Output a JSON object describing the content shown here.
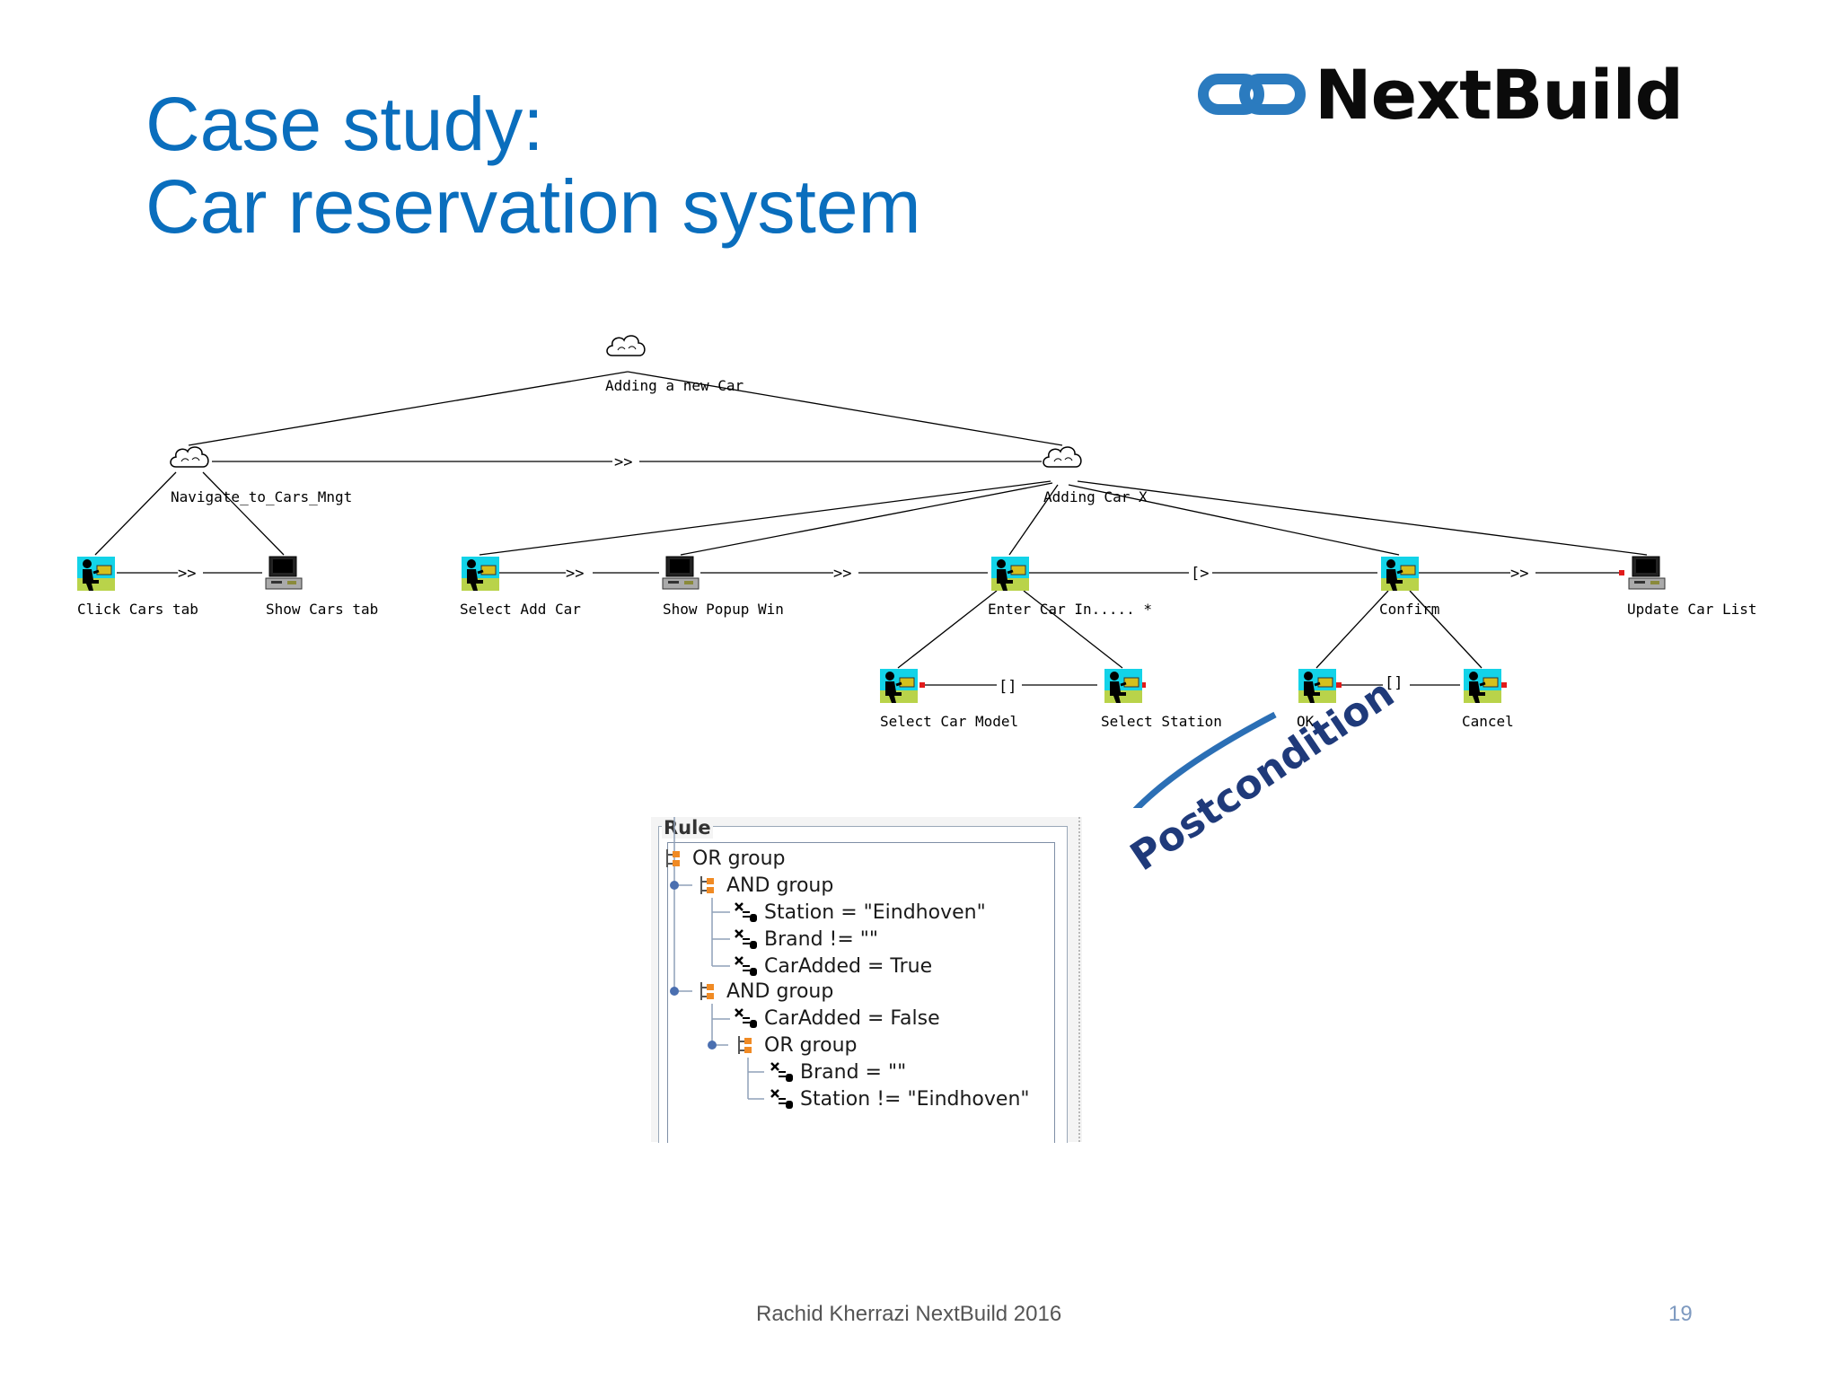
{
  "slide": {
    "title_line1": "Case study:",
    "title_line2": "Car reservation system",
    "logo_text": "NextBuild",
    "footer": "Rachid Kherrazi NextBuild 2016",
    "page_number": "19",
    "annotation": "Postcondition"
  },
  "colors": {
    "title": "#0a6ebd",
    "logo_link": "#2b7bbf",
    "arrow": "#2b6fb5",
    "annotation": "#1f3a7a"
  },
  "task_tree": {
    "root": {
      "label": "Adding a new Car",
      "icon": "cloud-icon"
    },
    "level1": [
      {
        "label": "Navigate_to_Cars_Mngt",
        "icon": "cloud-icon"
      },
      {
        "label": "Adding Car X",
        "icon": "cloud-icon"
      }
    ],
    "level1_operator": ">>",
    "level2": [
      {
        "label": "Click Cars tab",
        "icon": "user-task-icon"
      },
      {
        "label": "Show Cars tab",
        "icon": "computer-icon"
      },
      {
        "label": "Select Add Car",
        "icon": "user-task-icon"
      },
      {
        "label": "Show Popup Win",
        "icon": "computer-icon"
      },
      {
        "label": "Enter Car In..... *",
        "icon": "user-task-icon"
      },
      {
        "label": "Confirm",
        "icon": "user-task-icon"
      },
      {
        "label": "Update Car List",
        "icon": "computer-icon"
      }
    ],
    "level2_operators": [
      ">>",
      ">>",
      ">>",
      "[>",
      ">>"
    ],
    "level3": [
      {
        "label": "Select Car Model",
        "icon": "user-task-icon"
      },
      {
        "label": "Select Station",
        "icon": "user-task-icon"
      },
      {
        "label": "OK",
        "icon": "user-task-icon"
      },
      {
        "label": "Cancel",
        "icon": "user-task-icon"
      }
    ],
    "level3_operators": [
      "[]",
      "[]"
    ]
  },
  "rule": {
    "legend": "Rule",
    "items": [
      {
        "label": "OR group",
        "icon": "group-icon"
      },
      {
        "label": "AND group",
        "icon": "group-icon"
      },
      {
        "label": "Station = \"Eindhoven\"",
        "icon": "condition-icon"
      },
      {
        "label": "Brand != \"\"",
        "icon": "condition-icon"
      },
      {
        "label": "CarAdded = True",
        "icon": "condition-icon"
      },
      {
        "label": "AND group",
        "icon": "group-icon"
      },
      {
        "label": "CarAdded = False",
        "icon": "condition-icon"
      },
      {
        "label": "OR group",
        "icon": "group-icon"
      },
      {
        "label": "Brand = \"\"",
        "icon": "condition-icon"
      },
      {
        "label": "Station != \"Eindhoven\"",
        "icon": "condition-icon"
      }
    ]
  }
}
